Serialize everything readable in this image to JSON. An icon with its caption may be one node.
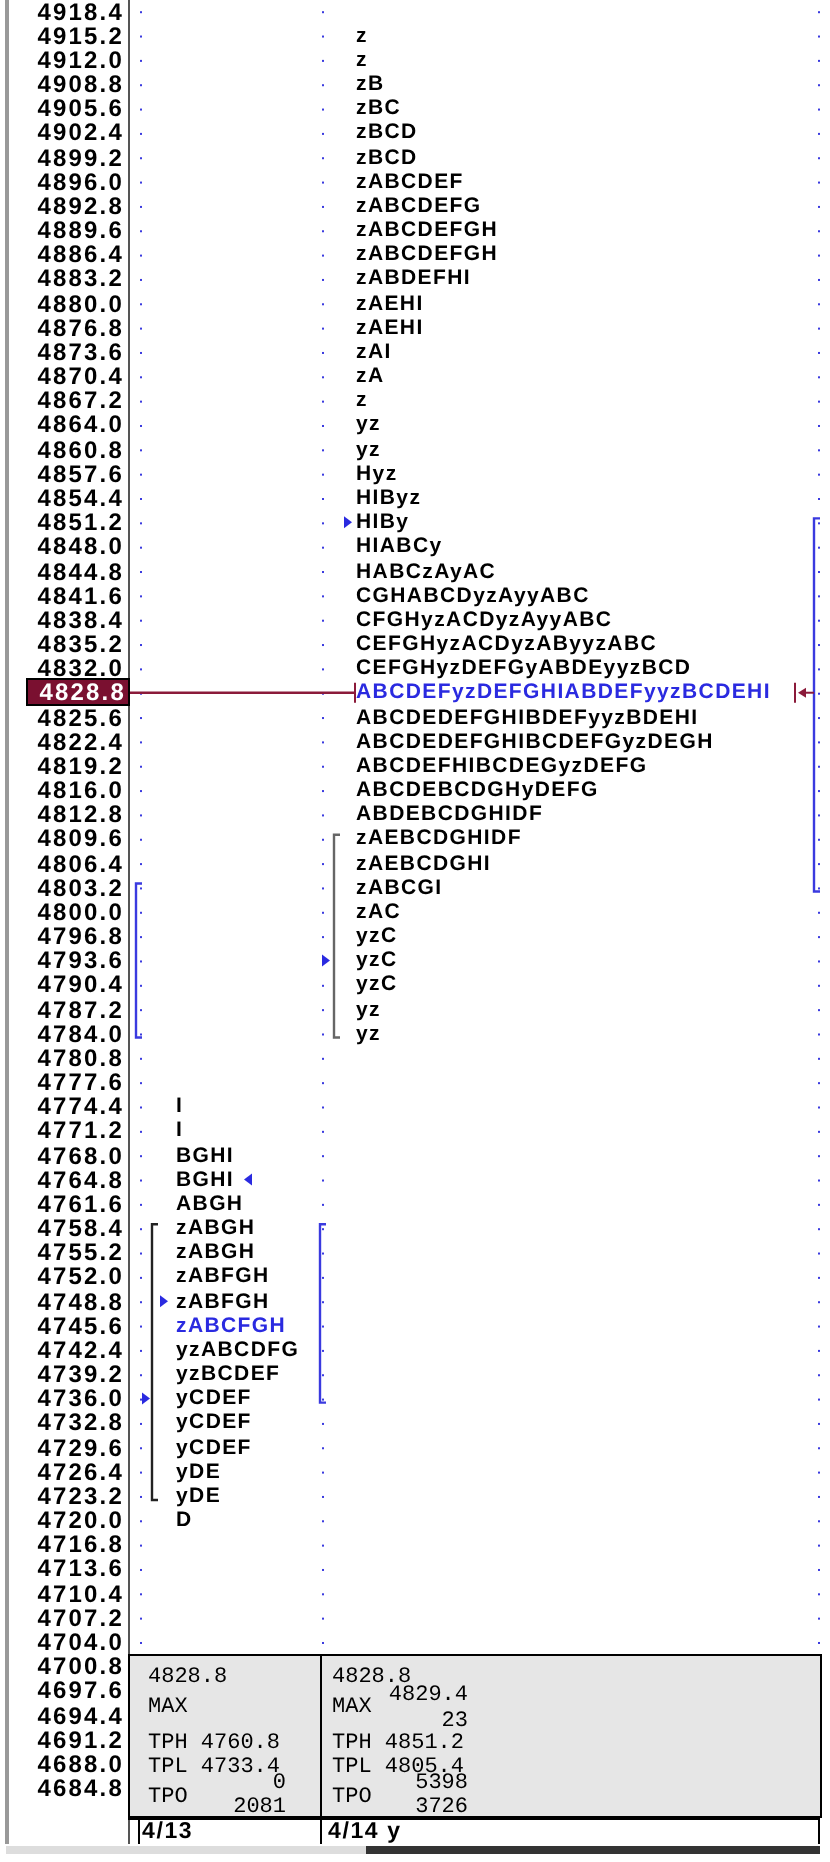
{
  "diagram": {
    "nodes": [
      {
        "text": [
          "4828.8",
          "MAX",
          "TPH 4760.8",
          "TPL 4733.4",
          "TPO",
          "0",
          "2081"
        ]
      },
      {
        "text": [
          "4828.8",
          "MAX",
          "4829.4",
          "23",
          "TPH 4851.2",
          "TPL 4805.4",
          "TPO",
          "5398",
          "3726"
        ]
      }
    ],
    "labels": [
      "4918.4",
      "4915.2",
      "4912.0",
      "4908.8",
      "4905.6",
      "4902.4",
      "4899.2",
      "4896.0",
      "4892.8",
      "4889.6",
      "4886.4",
      "4883.2",
      "4880.0",
      "4876.8",
      "4873.6",
      "4870.4",
      "4867.2",
      "4864.0",
      "4860.8",
      "4857.6",
      "4854.4",
      "4851.2",
      "4848.0",
      "4844.8",
      "4841.6",
      "4838.4",
      "4835.2",
      "4832.0",
      "4828.8",
      "4825.6",
      "4822.4",
      "4819.2",
      "4816.0",
      "4812.8",
      "4809.6",
      "4806.4",
      "4803.2",
      "4800.0",
      "4796.8",
      "4793.6",
      "4790.4",
      "4787.2",
      "4784.0",
      "4780.8",
      "4777.6",
      "4774.4",
      "4771.2",
      "4768.0",
      "4764.8",
      "4761.6",
      "4758.4",
      "4755.2",
      "4752.0",
      "4748.8",
      "4745.6",
      "4742.4",
      "4739.2",
      "4736.0",
      "4732.8",
      "4729.6",
      "4726.4",
      "4723.2",
      "4720.0",
      "4716.8",
      "4713.6",
      "4710.4",
      "4707.2",
      "4704.0",
      "4700.8",
      "4697.6",
      "4694.4",
      "4691.2",
      "4688.0",
      "4684.8",
      "I",
      "I",
      "BGHI",
      "BGHI",
      "ABGH",
      "zABGH",
      "zABGH",
      "zABFGH",
      "zABFGH",
      "zABCFGH",
      "yzABCDFG",
      "yzBCDEF",
      "yCDEF",
      "yCDEF",
      "yCDEF",
      "yDE",
      "yDE",
      "D",
      "z",
      "z",
      "zB",
      "zBC",
      "zBCD",
      "zBCD",
      "zABCDEF",
      "zABCDEFG",
      "zABCDEFGH",
      "zABCDEFGH",
      "zABDEFHI",
      "zAEHI",
      "zAEHI",
      "zAI",
      "zA",
      "z",
      "yz",
      "yz",
      "Hyz",
      "HIByz",
      "HIBy",
      "HIABCy",
      "HABCzAyAC",
      "CGHABCDyzAyyABC",
      "CFGHyzACDyzAyyABC",
      "CEFGHyzACDyzAByyzABC",
      "CEFGHyzDEFGyABDEyyzBCD",
      "ABCDEFyzDEFGHIABDEFyyzBCDEHI",
      "ABCDEDEFGHIBDEFyyzBDEHI",
      "ABCDEDEFGHIBCDEFGyzDEGH",
      "ABCDEFHIBCDEGyzDEFG",
      "ABCDEBCDGHyDEFG",
      "ABDEBCDGHIDF",
      "zAEBCDGHIDF",
      "zAEBCDGHI",
      "zABCGI",
      "zAC",
      "yzC",
      "yzC",
      "yzC",
      "yz",
      "yz",
      "4/13",
      "4/14 y"
    ]
  }
}
